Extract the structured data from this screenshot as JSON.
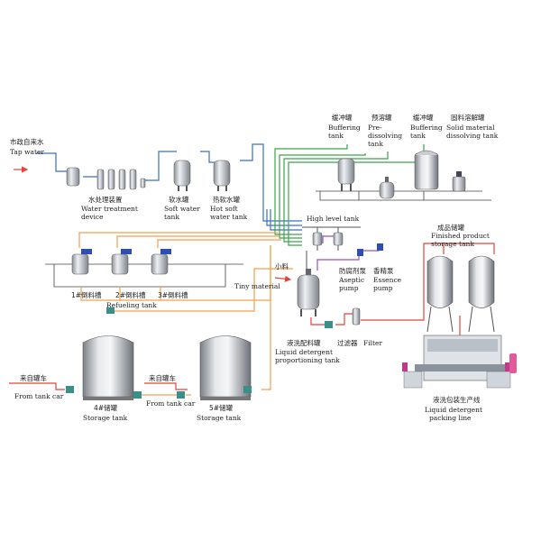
{
  "colors": {
    "pipe_blue": "#3a6fc4",
    "pipe_green": "#3aa54a",
    "pipe_red": "#e0453a",
    "pipe_orange": "#f0a050",
    "pipe_purple": "#9a4fc0",
    "pipe_gray": "#555555",
    "steel": "#c9cdd2",
    "pump": "#3b8f8a"
  },
  "labels": {
    "tap_water_zh": "市政自来水",
    "tap_water_en": "Tap water",
    "water_treatment_zh": "水处理装置",
    "water_treatment_en1": "Water treatment",
    "water_treatment_en2": "device",
    "soft_water_zh": "软水罐",
    "soft_water_en1": "Soft water",
    "soft_water_en2": "tank",
    "hot_soft_zh": "热软水罐",
    "hot_soft_en1": "Hot soft",
    "hot_soft_en2": "water tank",
    "buffer1_zh": "缓冲罐",
    "buffer1_en1": "Buffering",
    "buffer1_en2": "tank",
    "predissolve_zh": "预溶罐",
    "predissolve_en1": "Pre-",
    "predissolve_en2": "dissolving",
    "predissolve_en3": "tank",
    "buffer2_zh": "缓冲罐",
    "buffer2_en1": "Buffering",
    "buffer2_en2": "tank",
    "solid_zh": "固料溶解罐",
    "solid_en1": "Solid material",
    "solid_en2": "dissolving tank",
    "high_level_en": "High level tank",
    "finished_zh": "成品储罐",
    "finished_en1": "Finished product",
    "finished_en2": "storage tank",
    "refuel1_zh": "1#倒料槽",
    "refuel2_zh": "2#倒料槽",
    "refuel3_zh": "3#倒料槽",
    "refuel_en": "Refueling tank",
    "tiny_zh": "小料",
    "tiny_en": "Tiny material",
    "aseptic_zh": "防腐剂泵",
    "aseptic_en1": "Aseptic",
    "aseptic_en2": "pump",
    "essence_zh": "香精泵",
    "essence_en1": "Essence",
    "essence_en2": "pump",
    "proportion_zh": "液洗配料罐",
    "proportion_en1": "Liquid detergent",
    "proportion_en2": "proportioning tank",
    "filter_zh": "过滤器",
    "filter_en": "Filter",
    "from_tank_car1_zh": "来自罐车",
    "from_tank_car1_en": "From tank car",
    "from_tank_car2_zh": "来自罐车",
    "from_tank_car2_en": "From tank car",
    "storage4_zh": "4#储罐",
    "storage4_en": "Storage tank",
    "storage5_zh": "5#储罐",
    "storage5_en": "Storage tank",
    "packing_zh": "液洗包装生产线",
    "packing_en1": "Liquid detergent",
    "packing_en2": "packing line"
  }
}
